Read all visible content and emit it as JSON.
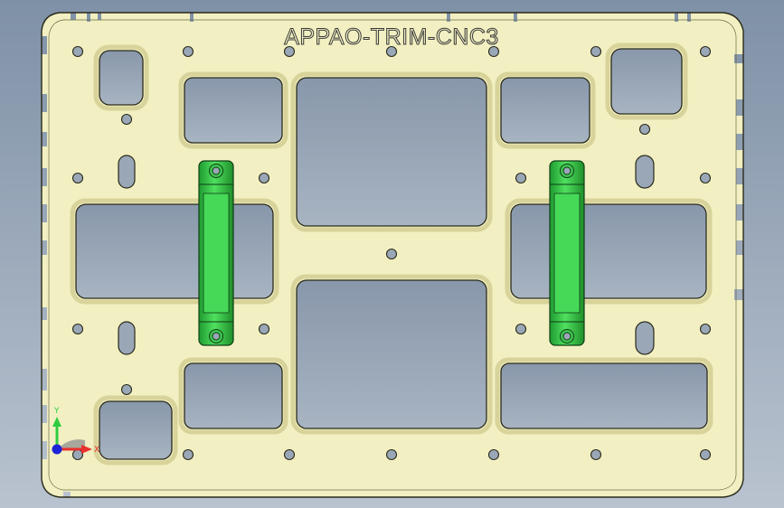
{
  "part": {
    "engraving": "APPAO-TRIM-CNC3",
    "plate_color": "#f2f0c2",
    "plate_edge_color": "#2a2a1a",
    "pocket_color": "#9aa7b7",
    "clamp_color": "#35c44a"
  },
  "triad": {
    "x_label": "X",
    "y_label": "Y",
    "x_color": "#e8322e",
    "y_color": "#2ecc40",
    "z_color": "#1b24d6"
  },
  "viewport": {
    "background_top": "#7f91a7",
    "background_bottom": "#b9c3cf"
  }
}
